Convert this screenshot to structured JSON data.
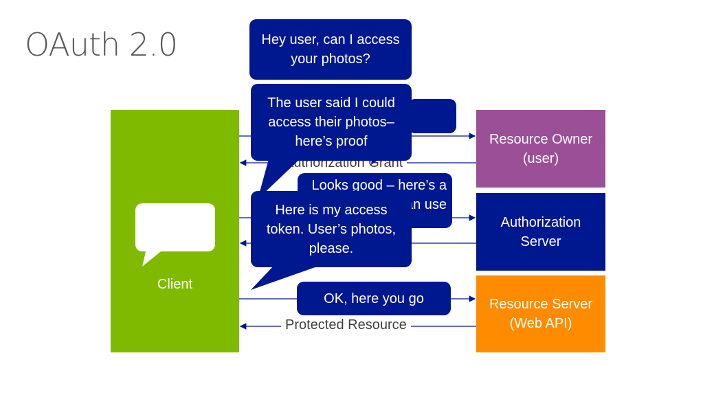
{
  "title": "OAuth 2.0",
  "nodes": {
    "client": "Client",
    "resource_owner": "Resource Owner (user)",
    "authorization_server": "Authorization Server",
    "resource_server": "Resource Server (Web API)"
  },
  "flow_labels": {
    "authorization_grant": "Authorization Grant",
    "protected_resource": "Protected Resource"
  },
  "bubbles": {
    "ask_user": "Hey user, can I access your photos?",
    "user_said": "The user said I could access their photos– here’s proof",
    "looks_good": "Looks good – here’s a token you can use",
    "access_token": "Here is my access token. User’s photos, please.",
    "ok_here": "OK, here you go"
  },
  "colors": {
    "client": "#7fba00",
    "resource_owner": "#9b4f96",
    "authorization_server": "#00188f",
    "resource_server": "#ff8c00",
    "bubble": "#00188f"
  },
  "icons": [
    "speech-bubble-icon"
  ]
}
